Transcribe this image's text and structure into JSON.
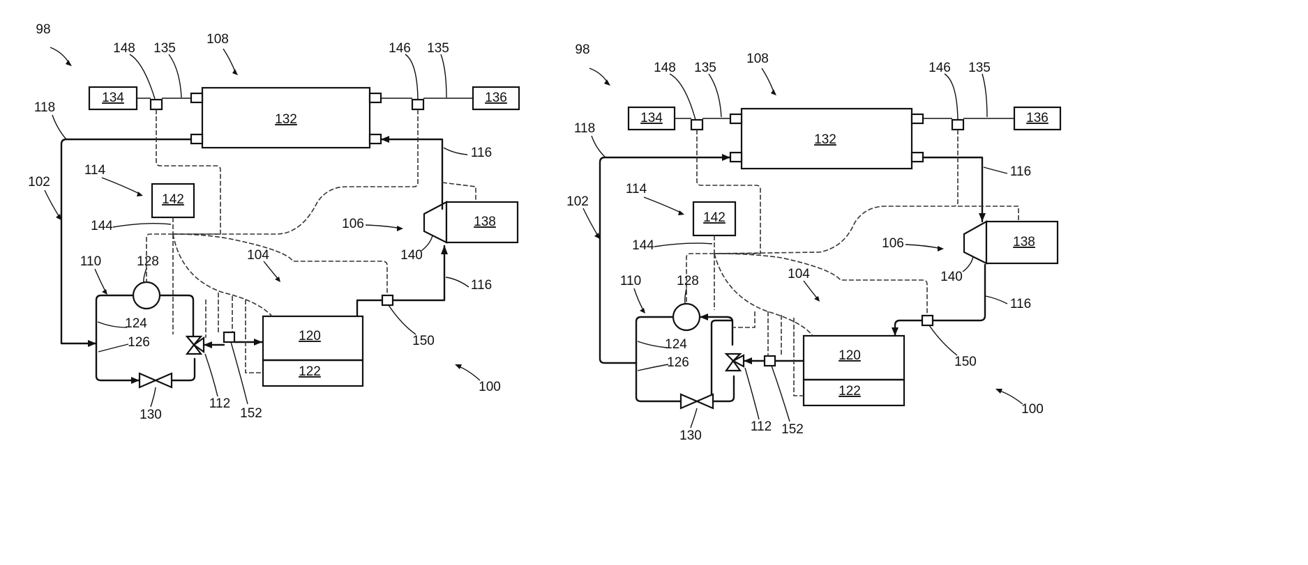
{
  "figure_a": {
    "boxes": {
      "b134": "134",
      "b136": "136",
      "b132": "132",
      "b142": "142",
      "b138": "138",
      "b120": "120",
      "b122": "122"
    },
    "refs": {
      "r98": "98",
      "r148": "148",
      "r135a": "135",
      "r108": "108",
      "r146": "146",
      "r135b": "135",
      "r118": "118",
      "r116a": "116",
      "r102": "102",
      "r114": "114",
      "r144": "144",
      "r106": "106",
      "r140": "140",
      "r110": "110",
      "r128": "128",
      "r104": "104",
      "r116b": "116",
      "r124": "124",
      "r126": "126",
      "r150": "150",
      "r130": "130",
      "r112": "112",
      "r152": "152",
      "r100": "100"
    }
  },
  "figure_b": {
    "boxes": {
      "b134": "134",
      "b136": "136",
      "b132": "132",
      "b142": "142",
      "b138": "138",
      "b120": "120",
      "b122": "122"
    },
    "refs": {
      "r98": "98",
      "r148": "148",
      "r135a": "135",
      "r108": "108",
      "r146": "146",
      "r135b": "135",
      "r118": "118",
      "r116a": "116",
      "r102": "102",
      "r114": "114",
      "r144": "144",
      "r106": "106",
      "r140": "140",
      "r110": "110",
      "r128": "128",
      "r104": "104",
      "r116b": "116",
      "r124": "124",
      "r126": "126",
      "r150": "150",
      "r130": "130",
      "r112": "112",
      "r152": "152",
      "r100": "100"
    }
  }
}
